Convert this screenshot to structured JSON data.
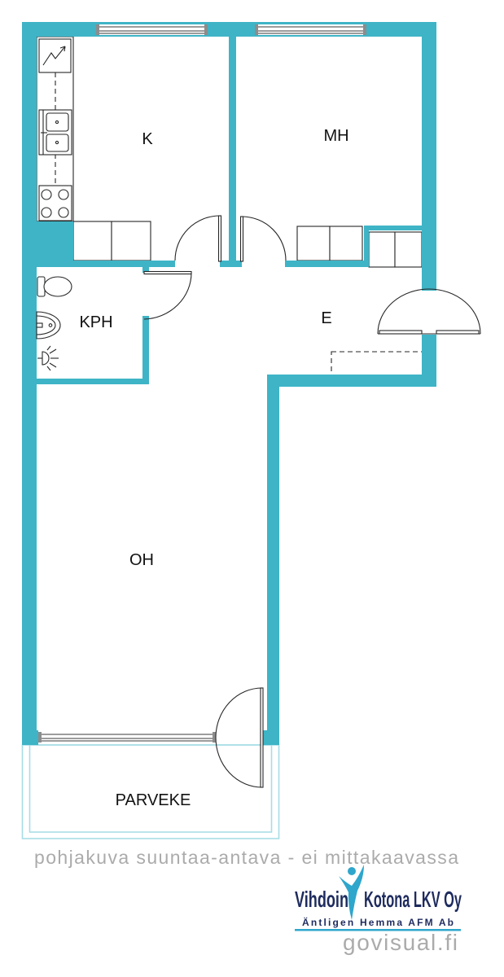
{
  "floor_plan": {
    "room_labels": [
      "K",
      "MH",
      "KPH",
      "E",
      "OH",
      "PARVEKE"
    ],
    "disclaimer": "pohjakuva suuntaa-antava - ei mittakaavassa"
  },
  "branding": {
    "logo": {
      "word_left": "Vihdoin",
      "word_right": "Kotona LKV Oy",
      "tagline": "Äntligen Hemma AFM Ab"
    },
    "watermark": "govisual.fi"
  },
  "colors": {
    "wall": "#3eb4c6",
    "balcony_outline": "#a8dde6",
    "logo_text": "#1e2b5e",
    "logo_accent": "#2fa6cc",
    "caption": "#ababab"
  },
  "icons": [
    "electrical-panel-icon",
    "kitchen-sink-icon",
    "stove-icon",
    "toilet-icon",
    "washbasin-icon",
    "shower-icon",
    "door-swing-icon",
    "window-icon",
    "wardrobe-icon",
    "person-logo-icon"
  ]
}
